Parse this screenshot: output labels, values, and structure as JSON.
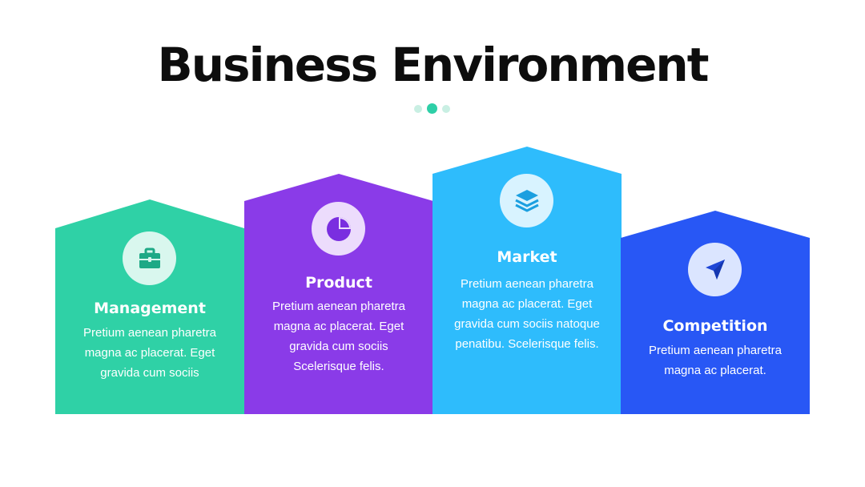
{
  "title": "Business Environment",
  "colors": {
    "green": "#2fd1a6",
    "purple": "#8a3be8",
    "sky": "#2ebcfc",
    "blue": "#2857f5",
    "dot_active": "#2ecfa7",
    "dot_inactive": "#c9efe3"
  },
  "cards": [
    {
      "title": "Management",
      "text": "Pretium aenean pharetra magna ac placerat. Eget gravida cum sociis",
      "icon": "briefcase-icon"
    },
    {
      "title": "Product",
      "text": "Pretium aenean pharetra magna ac placerat. Eget gravida cum sociis Scelerisque felis.",
      "icon": "pie-chart-icon"
    },
    {
      "title": "Market",
      "text": "Pretium aenean pharetra magna ac placerat. Eget gravida cum sociis natoque penatibu. Scelerisque felis.",
      "icon": "layers-icon"
    },
    {
      "title": "Competition",
      "text": "Pretium aenean pharetra magna ac placerat.",
      "icon": "paper-plane-icon"
    }
  ]
}
